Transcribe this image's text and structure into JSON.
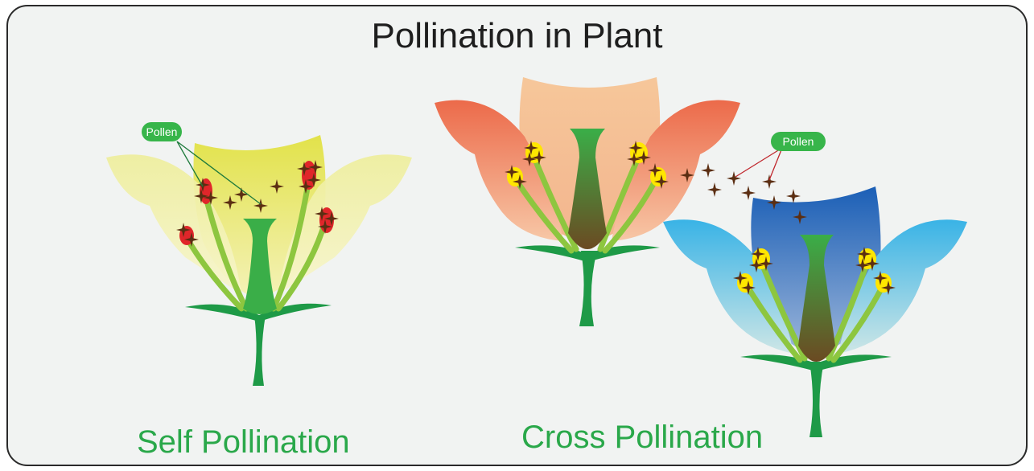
{
  "diagram": {
    "title": "Pollination in Plant",
    "self": {
      "caption": "Self Pollination",
      "pollen_label": "Pollen"
    },
    "cross": {
      "caption": "Cross Pollination",
      "pollen_label": "Pollen"
    }
  },
  "colors": {
    "background": "#f1f3f2",
    "frame_border": "#2a2a2a",
    "caption_green": "#2aa84a",
    "pill_green": "#37b54a",
    "stem_green": "#1e9a47",
    "filament_green": "#8dc63f",
    "pollen_brown": "#5b2e12",
    "anther_red": "#e0262a",
    "anther_yellow": "#ffe600",
    "self_petal": "#e3e15a",
    "cross_petal_orange": "#ee6d4c",
    "cross_petal_blue": "#2a6fbf",
    "cross_petal_cyan": "#3bb6e6"
  }
}
